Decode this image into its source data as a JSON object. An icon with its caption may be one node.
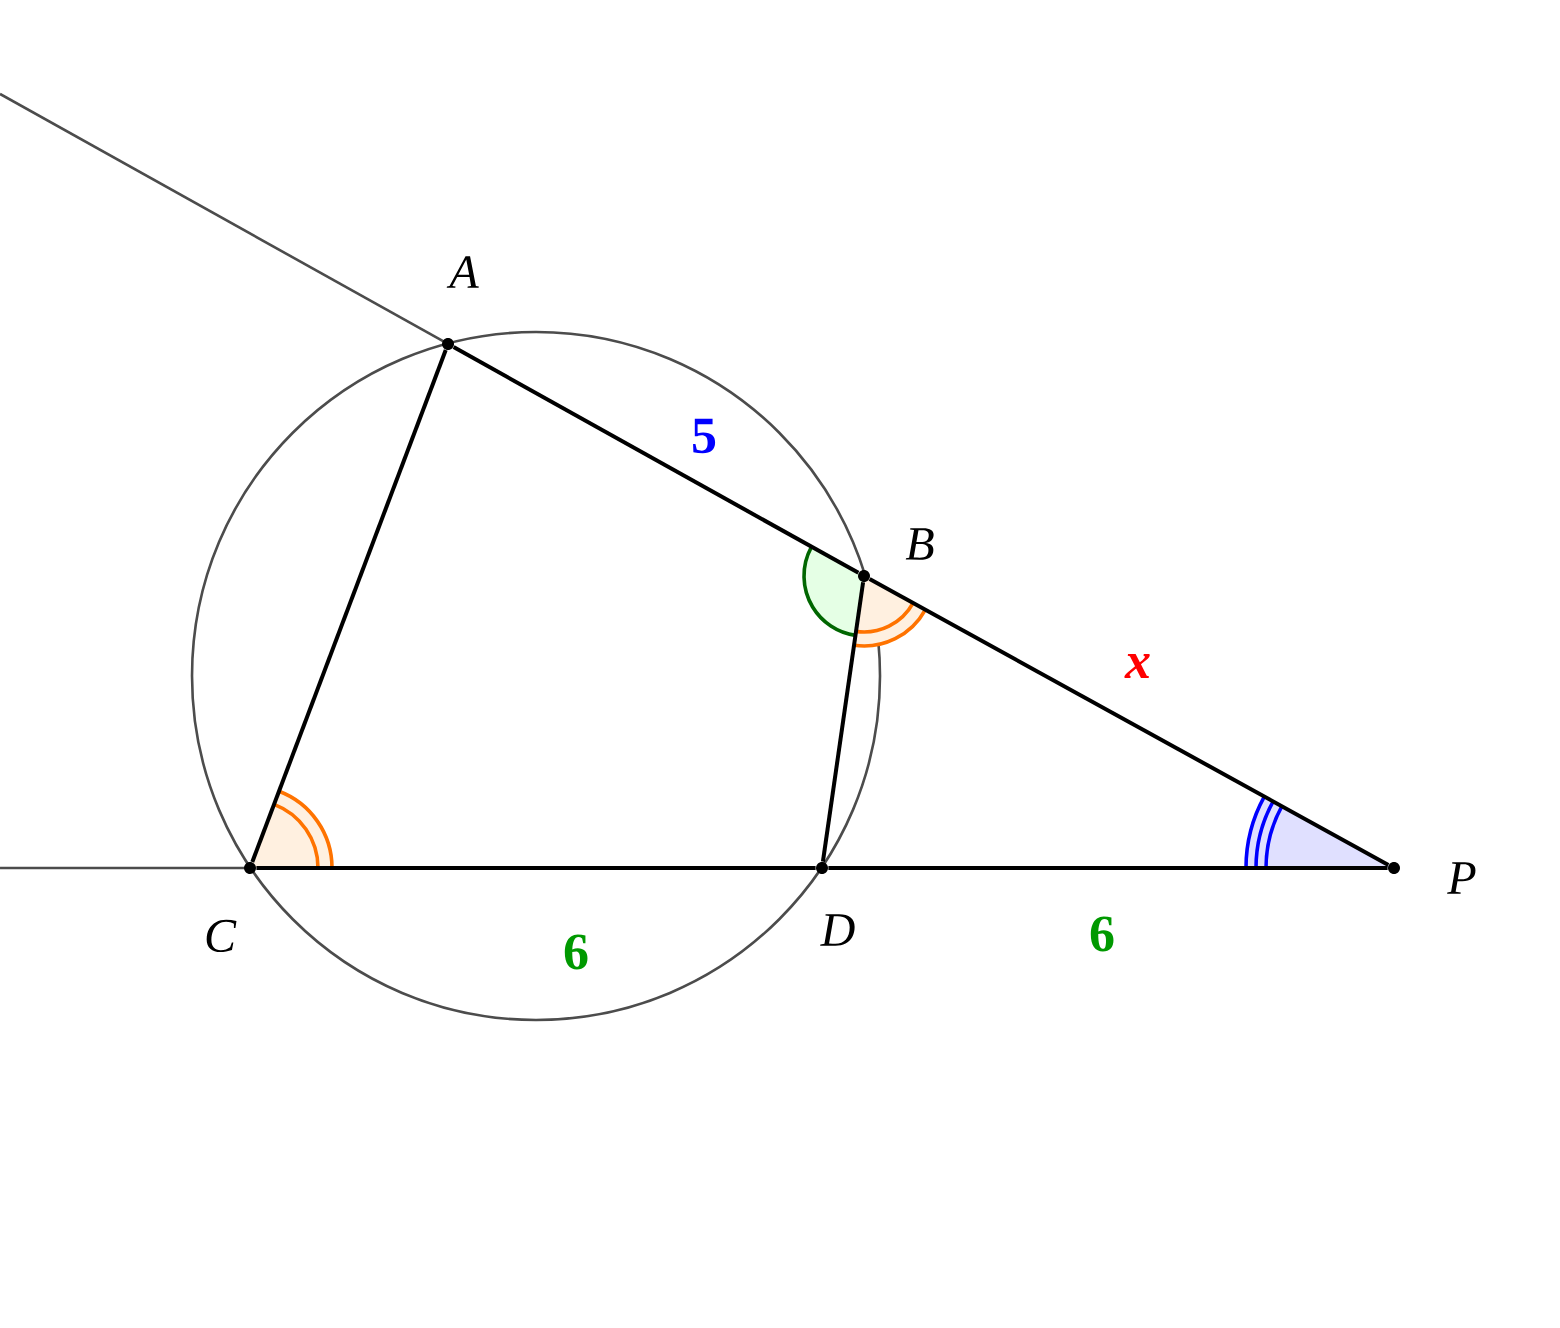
{
  "diagram": {
    "nodes": [
      {
        "text": [
          "A"
        ]
      },
      {
        "text": [
          "B"
        ]
      },
      {
        "text": [
          "C"
        ]
      },
      {
        "text": [
          "D"
        ]
      },
      {
        "text": [
          "P"
        ]
      }
    ],
    "edges": [
      {
        "from": 0,
        "to": 1,
        "arrow": "none",
        "label": "5"
      },
      {
        "from": 1,
        "to": 4,
        "arrow": "none",
        "label": "x"
      },
      {
        "from": 2,
        "to": 3,
        "arrow": "none",
        "label": "6"
      },
      {
        "from": 3,
        "to": 4,
        "arrow": "none",
        "label": "6"
      },
      {
        "from": 0,
        "to": 2,
        "arrow": "none"
      },
      {
        "from": 1,
        "to": 3,
        "arrow": "none"
      }
    ]
  }
}
